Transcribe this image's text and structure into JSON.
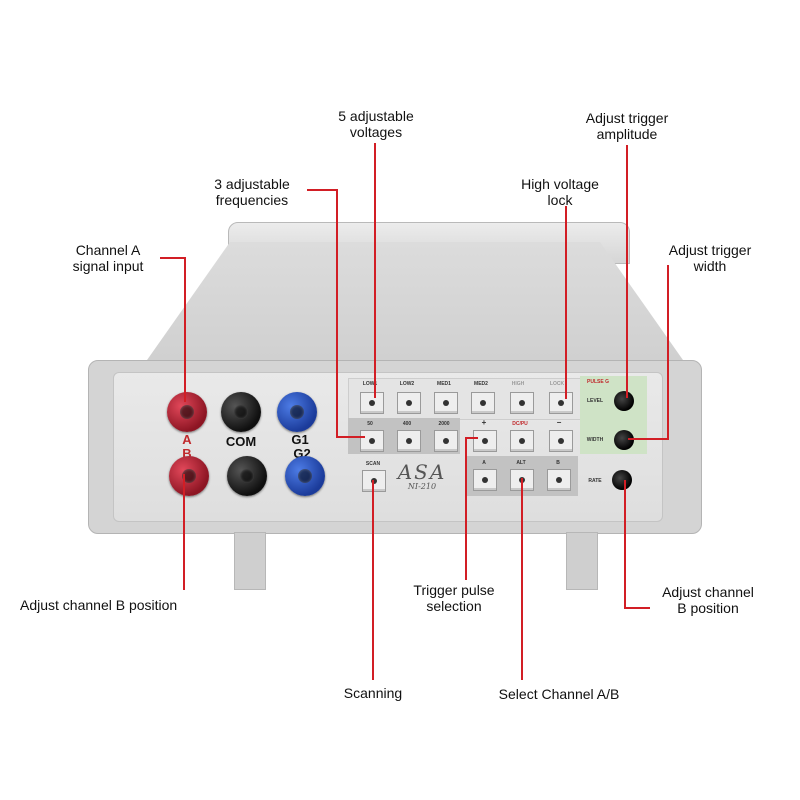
{
  "device": {
    "terminals": {
      "a_label": "A",
      "b_label": "B",
      "com_label": "COM",
      "g1_label": "G1",
      "g2_label": "G2"
    },
    "voltage_buttons": [
      "LOW1",
      "LOW2",
      "MED1",
      "MED2",
      "HIGH",
      "LOCK"
    ],
    "frequency_buttons": [
      "50",
      "400",
      "2000"
    ],
    "pulse_buttons": [
      "+",
      "DC/PU",
      "−"
    ],
    "channel_buttons": [
      "A",
      "ALT",
      "B"
    ],
    "scan_label": "SCAN",
    "pulse_header": "PULSE G",
    "knobs": [
      "LEVEL",
      "WIDTH",
      "RATE"
    ],
    "logo": {
      "brand": "ASA",
      "model": "NI-210"
    }
  },
  "callouts": {
    "voltages": "5 adjustable\nvoltages",
    "frequencies": "3 adjustable\nfrequencies",
    "channel_a": "Channel A\nsignal input",
    "hv_lock": "High voltage\nlock",
    "amplitude": "Adjust trigger\namplitude",
    "width": "Adjust trigger\nwidth",
    "channel_b_pos_left": "Adjust channel B position",
    "scanning": "Scanning",
    "pulse_selection": "Trigger pulse\nselection",
    "select_ab": "Select Channel A/B",
    "channel_b_pos_right": "Adjust channel\nB position"
  },
  "colors": {
    "callout_line": "#d21e25"
  }
}
